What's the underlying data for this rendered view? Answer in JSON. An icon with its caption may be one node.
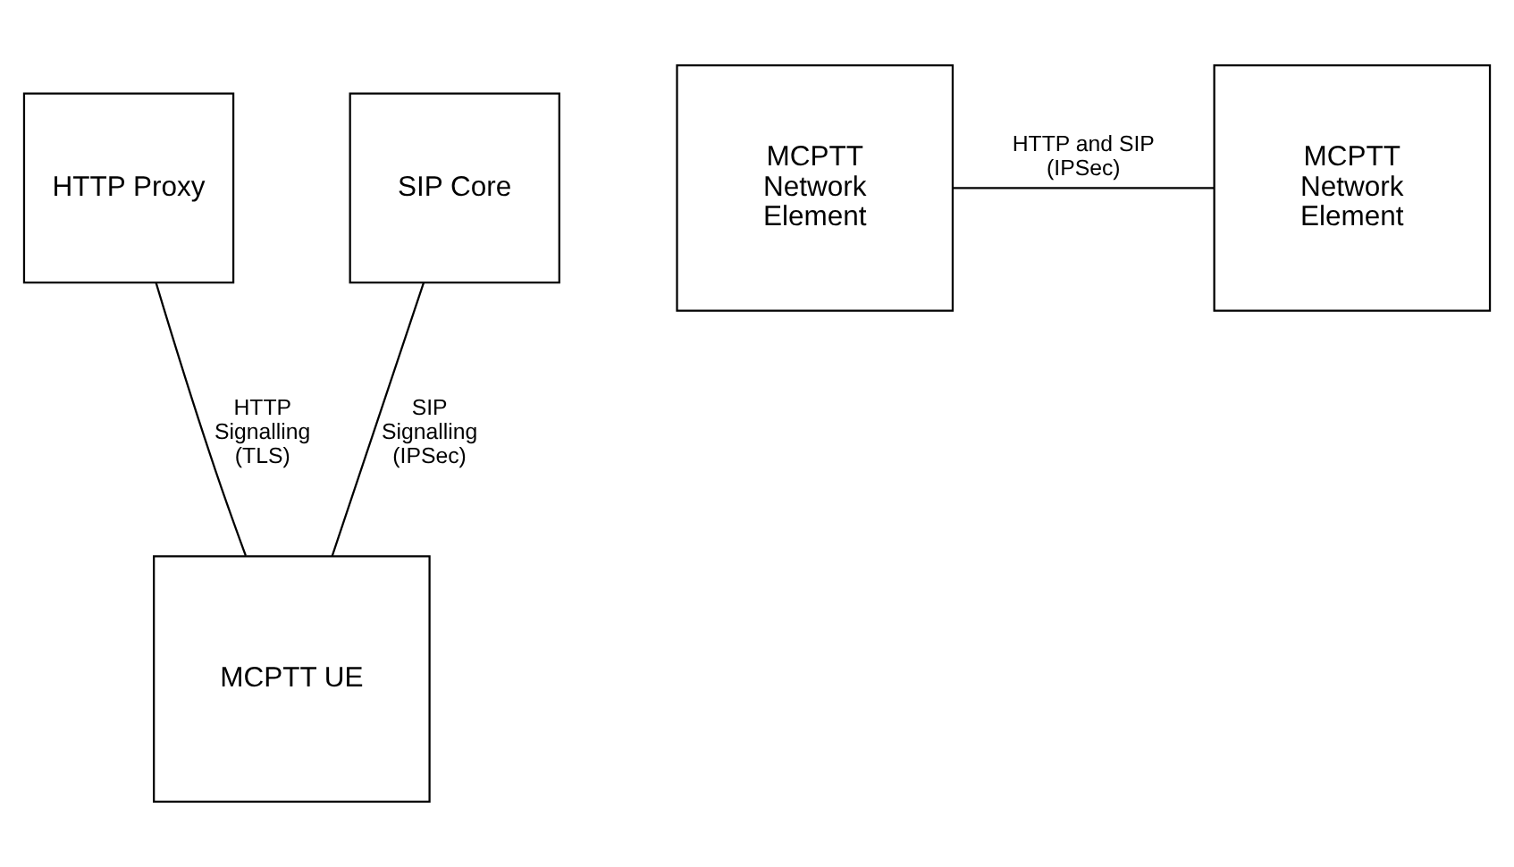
{
  "diagram": {
    "nodes": [
      {
        "text": [
          "HTTP Proxy"
        ]
      },
      {
        "text": [
          "SIP Core"
        ]
      },
      {
        "text": [
          "MCPTT Network Element"
        ]
      },
      {
        "text": [
          "MCPTT Network Element"
        ]
      },
      {
        "text": [
          "MCPTT UE"
        ]
      }
    ],
    "edges": [
      {
        "from": 0,
        "to": 4,
        "arrow": "none",
        "label": "HTTP Signalling (TLS)"
      },
      {
        "from": 1,
        "to": 4,
        "arrow": "none",
        "label": "SIP Signalling (IPSec)"
      },
      {
        "from": 2,
        "to": 3,
        "arrow": "none",
        "label": "HTTP and SIP (IPSec)"
      }
    ]
  }
}
